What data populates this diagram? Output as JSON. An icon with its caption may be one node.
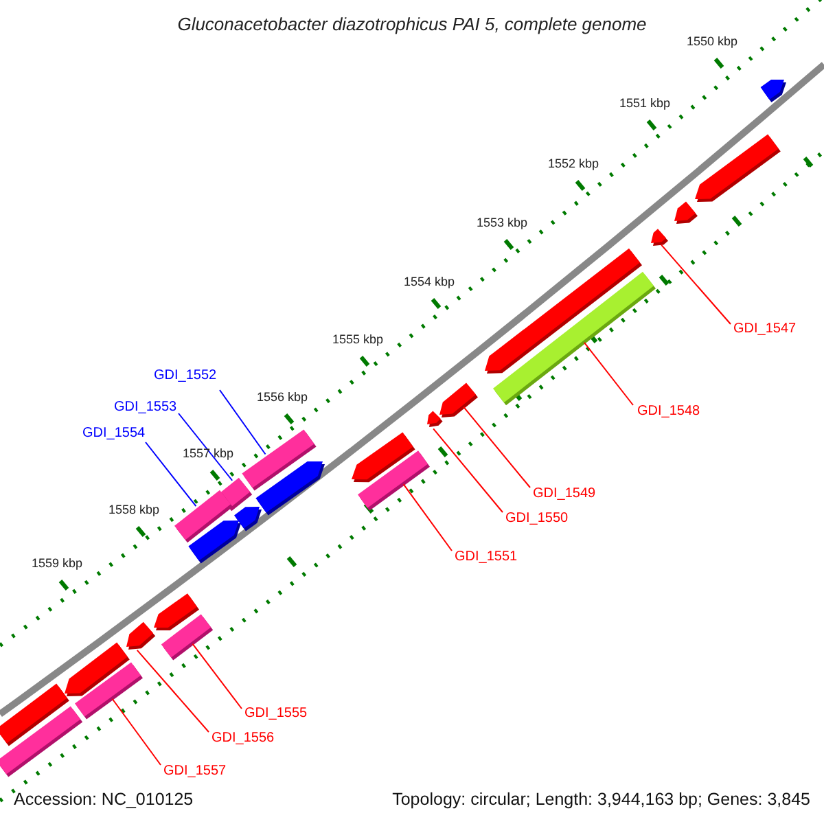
{
  "diagram": {
    "title": "Gluconacetobacter diazotrophicus PAI 5, complete genome",
    "nodes": [
      {
        "text": [
          "GDI_1547"
        ]
      },
      {
        "text": [
          "GDI_1548"
        ]
      },
      {
        "text": [
          "GDI_1549"
        ]
      },
      {
        "text": [
          "GDI_1550"
        ]
      },
      {
        "text": [
          "GDI_1551"
        ]
      },
      {
        "text": [
          "GDI_1552"
        ]
      },
      {
        "text": [
          "GDI_1553"
        ]
      },
      {
        "text": [
          "GDI_1554"
        ]
      },
      {
        "text": [
          "GDI_1555"
        ]
      },
      {
        "text": [
          "GDI_1556"
        ]
      },
      {
        "text": [
          "GDI_1557"
        ]
      },
      {
        "text": [],
        "shape": "arrow"
      },
      {
        "text": [],
        "shape": "bar"
      },
      {
        "text": [],
        "shape": "arrow"
      },
      {
        "text": [],
        "shape": "arrow"
      },
      {
        "text": [],
        "shape": "bar"
      },
      {
        "text": [],
        "shape": "bar"
      },
      {
        "text": [],
        "shape": "bar"
      },
      {
        "text": [],
        "shape": "bar"
      },
      {
        "text": [],
        "shape": "bar"
      },
      {
        "text": [],
        "shape": "arrow"
      },
      {
        "text": [],
        "shape": "bar"
      },
      {
        "text": [],
        "shape": "arrow"
      },
      {
        "text": [],
        "shape": "arrow"
      },
      {
        "text": [],
        "shape": "arrow"
      },
      {
        "text": [],
        "shape": "arrow"
      },
      {
        "text": [],
        "shape": "arrow"
      },
      {
        "text": [],
        "shape": "arrow"
      },
      {
        "text": [],
        "shape": "arrow"
      },
      {
        "text": [],
        "shape": "arrow"
      },
      {
        "text": [],
        "shape": "arrow"
      },
      {
        "text": [],
        "shape": "arrow"
      },
      {
        "text": [],
        "shape": "bar"
      },
      {
        "text": [],
        "shape": "bar"
      }
    ],
    "edges": [
      {
        "from": 0,
        "to": 11,
        "arrow": "none"
      },
      {
        "from": 1,
        "to": 12,
        "arrow": "none"
      },
      {
        "from": 2,
        "to": 13,
        "arrow": "none"
      },
      {
        "from": 3,
        "to": 14,
        "arrow": "none"
      },
      {
        "from": 4,
        "to": 15,
        "arrow": "none"
      },
      {
        "from": 5,
        "to": 16,
        "arrow": "none",
        "color": "#0000ff"
      },
      {
        "from": 6,
        "to": 17,
        "arrow": "none",
        "color": "#0000ff"
      },
      {
        "from": 7,
        "to": 18,
        "arrow": "none",
        "color": "#0000ff"
      },
      {
        "from": 8,
        "to": 19,
        "arrow": "none"
      },
      {
        "from": 9,
        "to": 20,
        "arrow": "none"
      },
      {
        "from": 10,
        "to": 21,
        "arrow": "none"
      }
    ],
    "labels": [
      "1550 kbp",
      "1551 kbp",
      "1552 kbp",
      "1553 kbp",
      "1554 kbp",
      "1555 kbp",
      "1556 kbp",
      "1557 kbp",
      "1558 kbp",
      "1559 kbp",
      "Accession: NC_010125",
      "Topology: circular; Length: 3,944,163 bp; Genes: 3,845"
    ]
  }
}
